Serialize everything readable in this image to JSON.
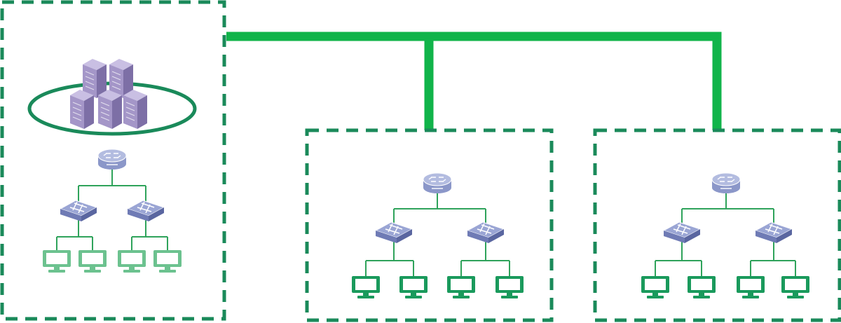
{
  "colors": {
    "backbone": "#11b44a",
    "site_border": "#1a8a5a",
    "tree_line": "#2fa35b",
    "router_body": "#8b97c9",
    "router_top": "#b3bce0",
    "switch_body": "#6f7bb5",
    "switch_top": "#9aa5d4",
    "server_body": "#a496c8",
    "server_light": "#c9bfe3",
    "server_dark": "#7d6fa6",
    "pc_main": "#1a9a5c",
    "pc_light": "#6cc28f",
    "ring": "#1a8a5a"
  },
  "icons": {
    "server_cluster": "server-cluster-icon",
    "router": "router-icon",
    "switch": "switch-icon",
    "computer": "computer-icon"
  },
  "sites": [
    {
      "role": "data-center",
      "has_server_cluster": true,
      "pc_style": "light",
      "switches": 2,
      "pcs_per_switch": 2
    },
    {
      "role": "branch",
      "has_server_cluster": false,
      "pc_style": "dark",
      "switches": 2,
      "pcs_per_switch": 2
    },
    {
      "role": "branch",
      "has_server_cluster": false,
      "pc_style": "dark",
      "switches": 2,
      "pcs_per_switch": 2
    }
  ],
  "backbone": {
    "connects_sites": [
      0,
      1,
      2
    ]
  }
}
